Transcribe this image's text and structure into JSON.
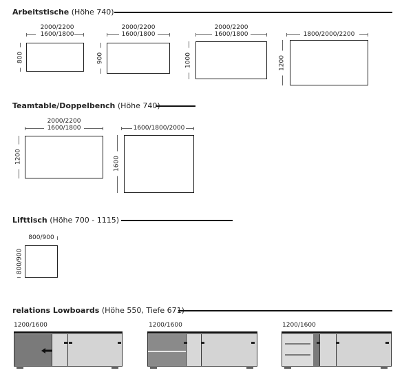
{
  "sections": {
    "arbeitstische": {
      "title": "Arbeitstische",
      "subtitle": "(Höhe 740)"
    },
    "teamtable": {
      "title": "Teamtable/Doppelbench",
      "subtitle": "(Höhe 740)"
    },
    "lifttisch": {
      "title": "Lifttisch",
      "subtitle": "(Höhe 700 - 1115)"
    },
    "lowboards": {
      "title": "relations Lowboards",
      "subtitle": "(Höhe 550, Tiefe 671)"
    }
  },
  "arbeitstische_tables": [
    {
      "width_top": "2000/2200",
      "width_bottom": "1600/1800",
      "depth": "800"
    },
    {
      "width_top": "2000/2200",
      "width_bottom": "1600/1800",
      "depth": "900"
    },
    {
      "width_top": "2000/2200",
      "width_bottom": "1600/1800",
      "depth": "1000"
    },
    {
      "width": "1800/2000/2200",
      "depth": "1200"
    }
  ],
  "teamtable_tables": [
    {
      "width_top": "2000/2200",
      "width_bottom": "1600/1800",
      "depth": "1200"
    },
    {
      "width": "1600/1800/2000",
      "depth": "1600"
    }
  ],
  "lifttisch_table": {
    "width": "800/900",
    "depth": "800/900"
  },
  "lowboards": [
    {
      "width": "1200/1600"
    },
    {
      "width": "1200/1600"
    },
    {
      "width": "1200/1600"
    }
  ],
  "icons": {
    "arrow": "arrow-left-icon"
  }
}
